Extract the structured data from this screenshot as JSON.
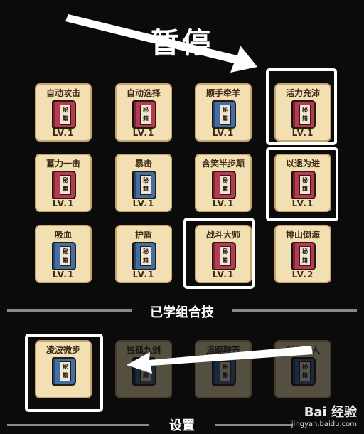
{
  "page": {
    "title": "暂停"
  },
  "skills": [
    {
      "name": "自动攻击",
      "level": "LV.1",
      "book_color": "red"
    },
    {
      "name": "自动选择",
      "level": "LV.1",
      "book_color": "red"
    },
    {
      "name": "顺手牵羊",
      "level": "LV.1",
      "book_color": "blue"
    },
    {
      "name": "活力充沛",
      "level": "LV.1",
      "book_color": "red"
    },
    {
      "name": "蓄力一击",
      "level": "LV.1",
      "book_color": "red"
    },
    {
      "name": "暴击",
      "level": "LV.1",
      "book_color": "blue"
    },
    {
      "name": "含笑半步颠",
      "level": "LV.1",
      "book_color": "red"
    },
    {
      "name": "以退为进",
      "level": "LV.1",
      "book_color": "red"
    },
    {
      "name": "吸血",
      "level": "LV.1",
      "book_color": "blue"
    },
    {
      "name": "护盾",
      "level": "LV.1",
      "book_color": "blue"
    },
    {
      "name": "战斗大师",
      "level": "LV.1",
      "book_color": "red"
    },
    {
      "name": "排山倒海",
      "level": "LV.2",
      "book_color": "red"
    }
  ],
  "book_label": "秘籍",
  "combo_section": {
    "title": "已学组合技",
    "items": [
      {
        "name": "凌波微步",
        "book_color": "blue",
        "learned": true
      },
      {
        "name": "独孤九剑",
        "book_color": "blue",
        "learned": false
      },
      {
        "name": "追踪鞭笞",
        "book_color": "blue",
        "learned": false
      },
      {
        "name": "剑气逼人",
        "book_color": "blue",
        "learned": false
      }
    ]
  },
  "settings_section": {
    "title": "设置"
  },
  "watermark": {
    "brand": "Bai 经验",
    "url": "jingyan.baidu.com"
  },
  "colors": {
    "background": "#0b0b0b",
    "card": "#f2dfb2",
    "book_red": "#b83a52",
    "book_blue": "#3f6fa4",
    "highlight": "#ffffff"
  }
}
